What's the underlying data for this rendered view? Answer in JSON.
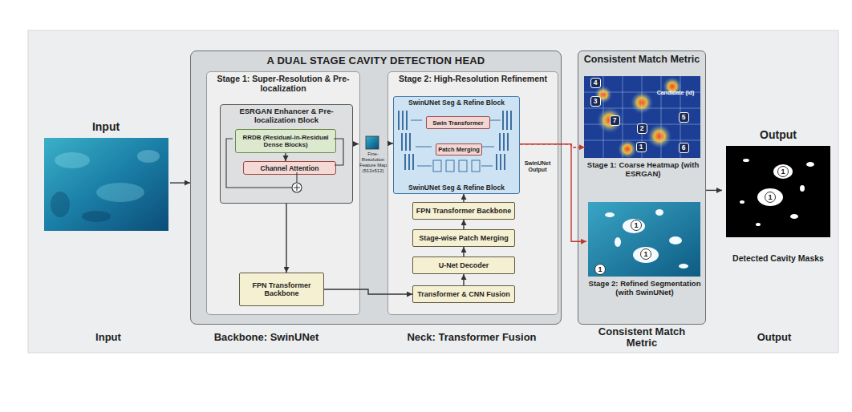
{
  "diagram": {
    "nodes": [
      {
        "text": [
          "Input"
        ]
      },
      {
        "text": [
          "A DUAL STAGE CAVITY DETECTION HEAD"
        ]
      },
      {
        "text": [
          "Stage 1: Super-Resolution & Pre-localization"
        ],
        "in": 1
      },
      {
        "text": [
          "ESRGAN Enhancer & Pre-localization Block"
        ],
        "in": 2
      },
      {
        "text": [
          "RRDB (Residual-in-Residual Dense Blocks)"
        ],
        "in": 3
      },
      {
        "text": [
          "Channel Attention"
        ],
        "in": 3
      },
      {
        "text": [
          "FPN Transformer Backbone"
        ],
        "in": 2
      },
      {
        "text": [
          "Fine-Resolution Feature Map (512x512)"
        ],
        "in": 1
      },
      {
        "text": [
          "Stage 2: High-Resolution Refinement"
        ],
        "in": 1
      },
      {
        "text": [
          "SwinUNet Seg & Refine Block",
          "SwinUNet Seg & Refine Block"
        ],
        "in": 8
      },
      {
        "text": [
          "Swin Transformer"
        ],
        "in": 9
      },
      {
        "text": [
          "Patch Merging"
        ],
        "in": 9
      },
      {
        "text": [
          "FPN Transformer Backbone"
        ],
        "in": 8
      },
      {
        "text": [
          "Stage-wise Patch Merging"
        ],
        "in": 8
      },
      {
        "text": [
          "U-Net Decoder"
        ],
        "in": 8
      },
      {
        "text": [
          "Transformer & CNN Fusion"
        ],
        "in": 8
      },
      {
        "text": [
          "Consistent Match Metric"
        ]
      },
      {
        "text": [
          "Stage 1: Coarse Heatmap (with ESRGAN)"
        ],
        "in": 16
      },
      {
        "text": [
          "Stage 2: Refined Segmentation (with SwinUNet)"
        ],
        "in": 16
      },
      {
        "text": [
          "Output",
          "Detected Cavity Masks"
        ]
      }
    ],
    "edges": [
      {
        "from": 0,
        "to": 1,
        "arrow": "to"
      },
      {
        "from": 3,
        "to": 7,
        "arrow": "to"
      },
      {
        "from": 7,
        "to": 9,
        "arrow": "to"
      },
      {
        "from": 4,
        "to": 5,
        "arrow": "to"
      },
      {
        "from": 3,
        "to": 6,
        "arrow": "to"
      },
      {
        "from": 6,
        "to": 15,
        "arrow": "to"
      },
      {
        "from": 15,
        "to": 14,
        "arrow": "to"
      },
      {
        "from": 14,
        "to": 13,
        "arrow": "to"
      },
      {
        "from": 13,
        "to": 12,
        "arrow": "to"
      },
      {
        "from": 12,
        "to": 9,
        "arrow": "to"
      },
      {
        "from": 9,
        "to": 17,
        "arrow": "to"
      },
      {
        "from": 9,
        "to": 18,
        "arrow": "to"
      },
      {
        "from": 16,
        "to": 19,
        "arrow": "to"
      }
    ],
    "labels": [
      "Input",
      "Backbone: SwinUNet",
      "Neck: Transformer Fusion",
      "Consistent Match Metric",
      "Output",
      "SwinUNet Output",
      "4",
      "3",
      "7",
      "2",
      "1",
      "5",
      "6",
      "Candidate (id)",
      "1",
      "1",
      "1",
      "1",
      "1"
    ]
  }
}
